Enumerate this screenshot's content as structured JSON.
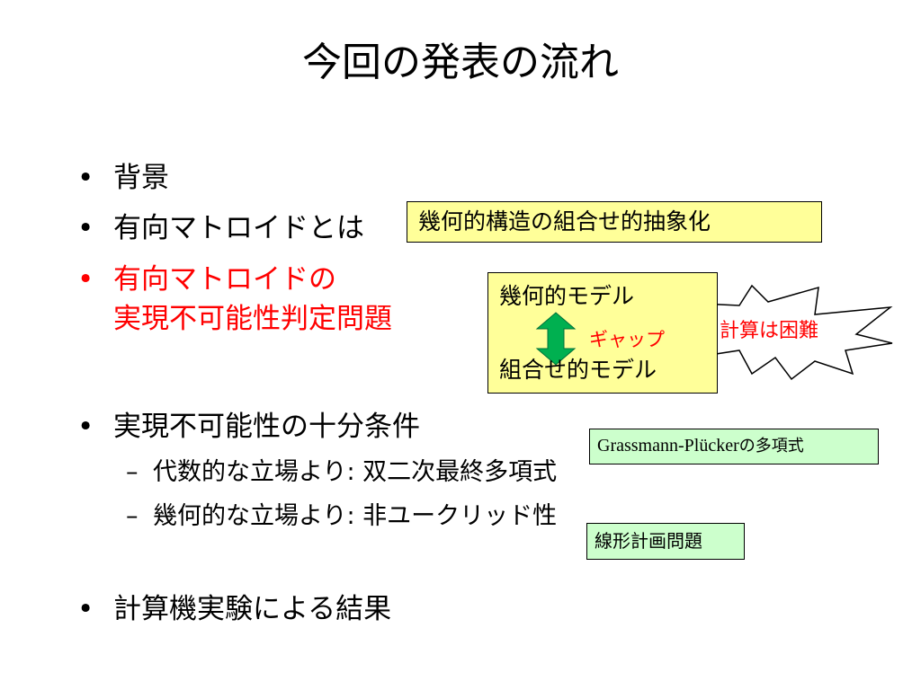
{
  "slide": {
    "title": "今回の発表の流れ",
    "bullets": [
      {
        "marker": "•",
        "text": "背景"
      },
      {
        "marker": "•",
        "text": "有向マトロイドとは"
      },
      {
        "marker": "•",
        "line1": "有向マトロイドの",
        "line2": "実現不可能性判定問題",
        "color": "#ff0000"
      },
      {
        "marker": "•",
        "text": "実現不可能性の十分条件",
        "subitems": [
          {
            "marker": "–",
            "text": "代数的な立場より: 双二次最終多項式"
          },
          {
            "marker": "–",
            "text": "幾何的な立場より: 非ユークリッド性"
          }
        ]
      },
      {
        "marker": "•",
        "text": "計算機実験による結果"
      }
    ],
    "callouts": {
      "abstraction": "幾何的構造の組合せ的抽象化",
      "geometric_model": "幾何的モデル",
      "combinatorial_model": "組合せ的モデル",
      "gap": "ギャップ",
      "hard": "計算は困難",
      "gp_latin": "Grassmann-Plücker",
      "gp_jp": "の多項式",
      "lp": "線形計画問題"
    },
    "colors": {
      "callout_yellow": "#ffff99",
      "callout_green": "#ccffcc",
      "arrow_green": "#00b050",
      "emphasis_red": "#ff0000"
    },
    "icons": {
      "double_arrow": "up-down-arrow-icon",
      "burst": "explosion-burst-icon"
    }
  }
}
